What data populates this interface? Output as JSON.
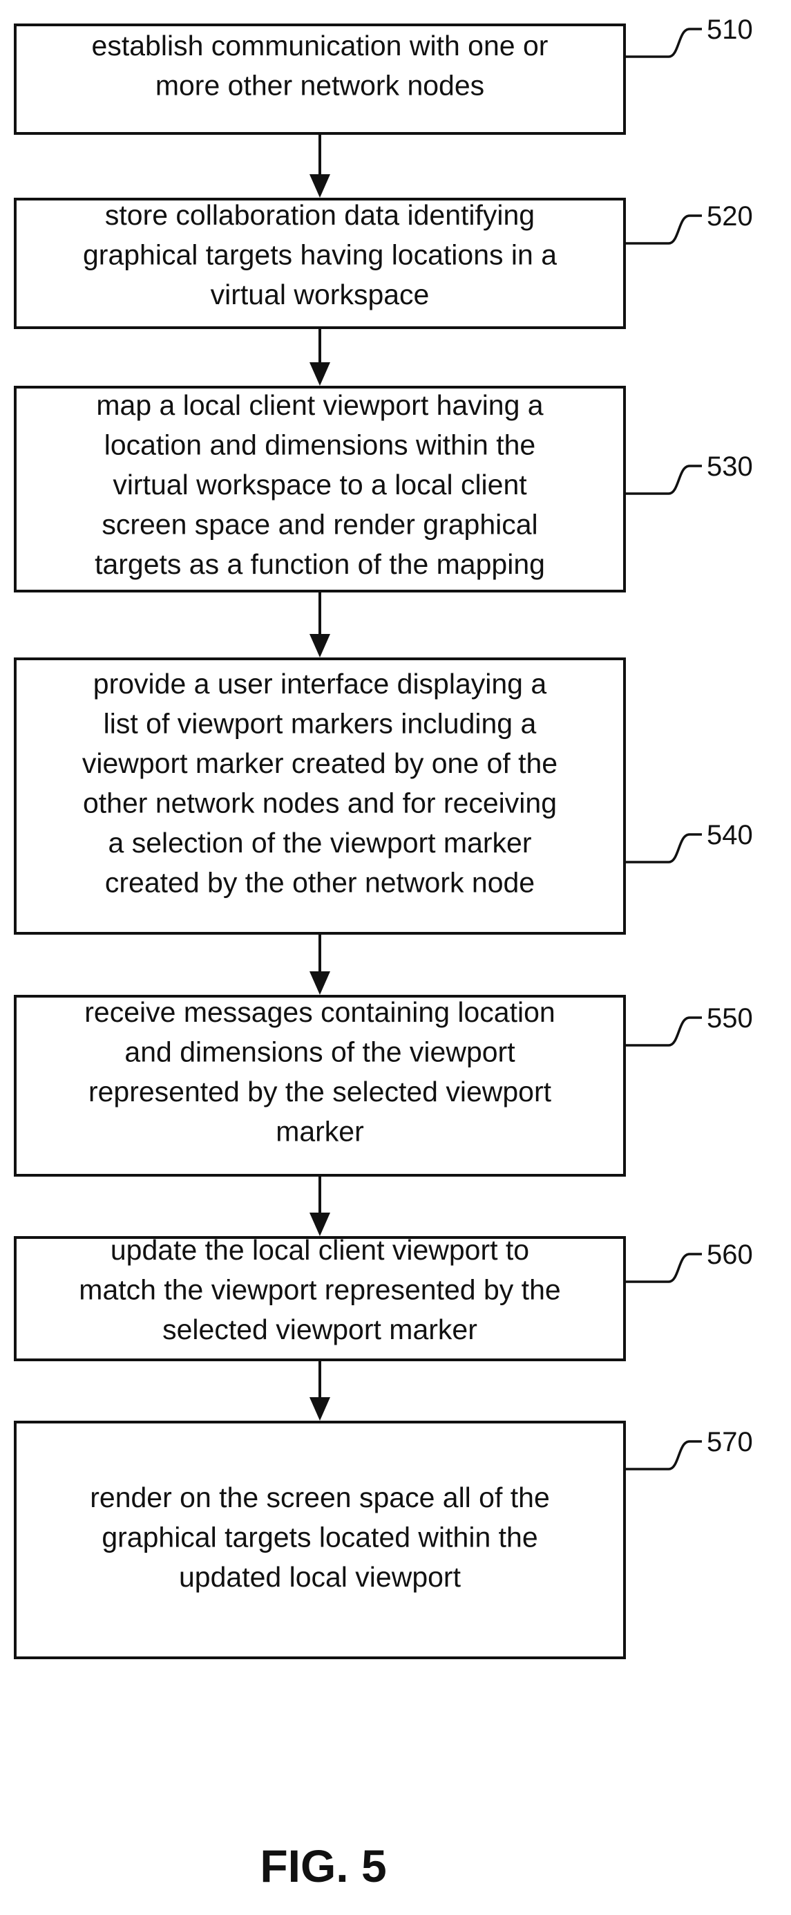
{
  "diagram": {
    "steps": [
      {
        "ref": "510",
        "lines": [
          "establish communication with one or",
          "more other network nodes"
        ]
      },
      {
        "ref": "520",
        "lines": [
          "store collaboration data identifying",
          "graphical targets having locations in a",
          "virtual workspace"
        ]
      },
      {
        "ref": "530",
        "lines": [
          "map a local client viewport having a",
          "location and dimensions within the",
          "virtual workspace to a local client",
          "screen space and render graphical",
          "targets as a function of the mapping"
        ]
      },
      {
        "ref": "540",
        "lines": [
          "provide a user interface displaying a",
          "list of viewport markers including a",
          "viewport marker created by one of the",
          "other network nodes and for receiving",
          "a selection of the viewport marker",
          "created by the other network node"
        ]
      },
      {
        "ref": "550",
        "lines": [
          "receive messages containing location",
          "and dimensions of the viewport",
          "represented by the selected viewport",
          "marker"
        ]
      },
      {
        "ref": "560",
        "lines": [
          "update the local client viewport to",
          "match the viewport represented by the",
          "selected viewport marker"
        ]
      },
      {
        "ref": "570",
        "lines": [
          "render on the screen space all of the",
          "graphical targets located within the",
          "updated local viewport"
        ]
      }
    ],
    "figure_label": "FIG. 5"
  }
}
